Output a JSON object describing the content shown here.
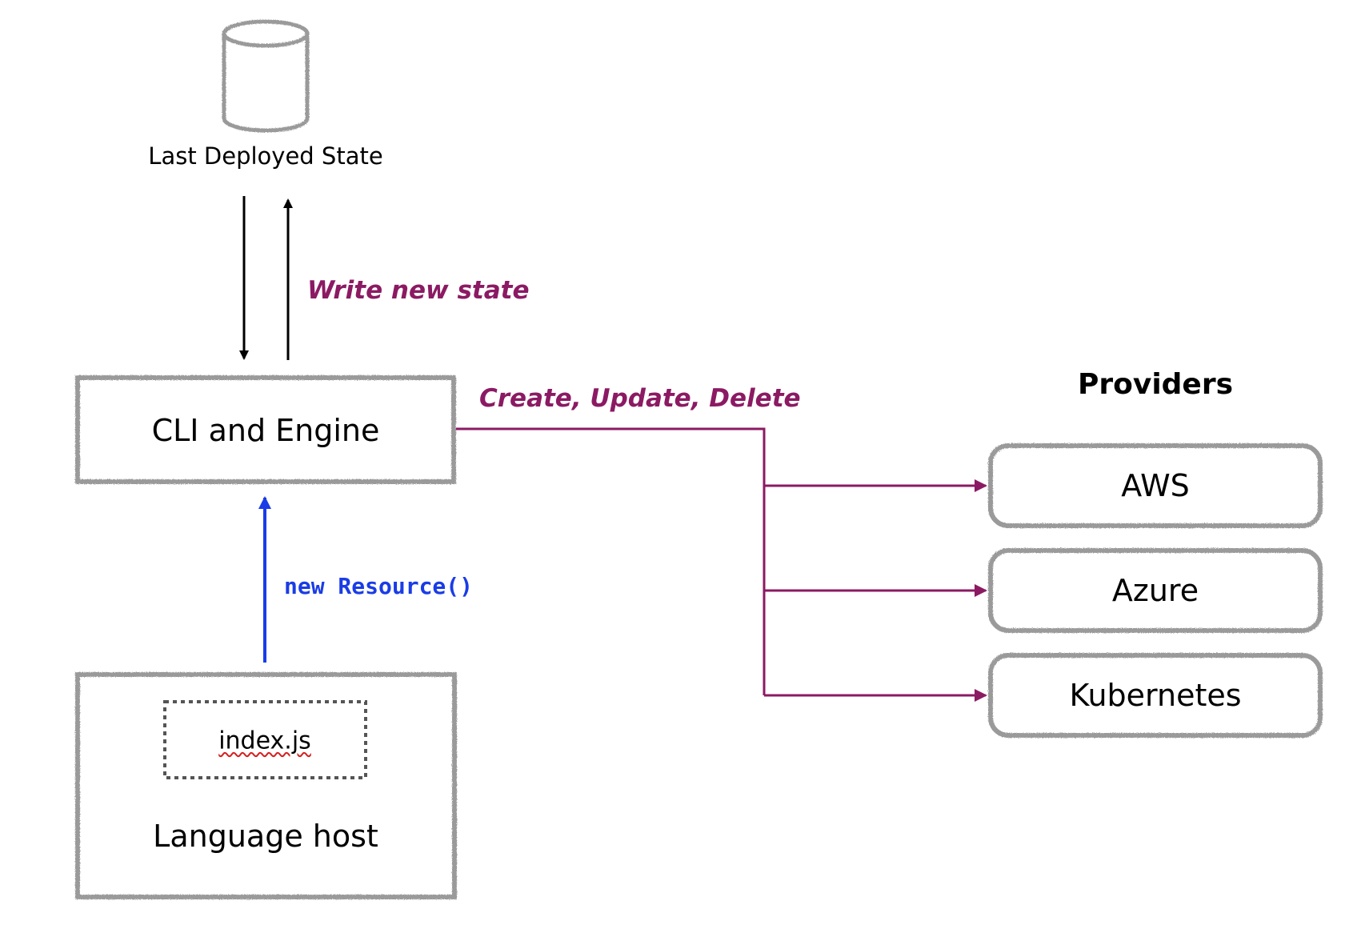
{
  "state_store": {
    "icon": "database-cylinder-icon",
    "label": "Last Deployed State"
  },
  "state_arrows": {
    "write_label": "Write new state"
  },
  "engine": {
    "label": "CLI and Engine",
    "action_label": "Create, Update, Delete"
  },
  "language_host": {
    "label": "Language host",
    "program_file": "index.js",
    "call_label": "new Resource()"
  },
  "providers": {
    "heading": "Providers",
    "items": [
      {
        "label": "AWS"
      },
      {
        "label": "Azure"
      },
      {
        "label": "Kubernetes"
      }
    ]
  },
  "colors": {
    "box_border": "#9a9a9a",
    "purple_accent": "#8b1a63",
    "blue_accent": "#1a3ce6",
    "text": "#000000"
  }
}
